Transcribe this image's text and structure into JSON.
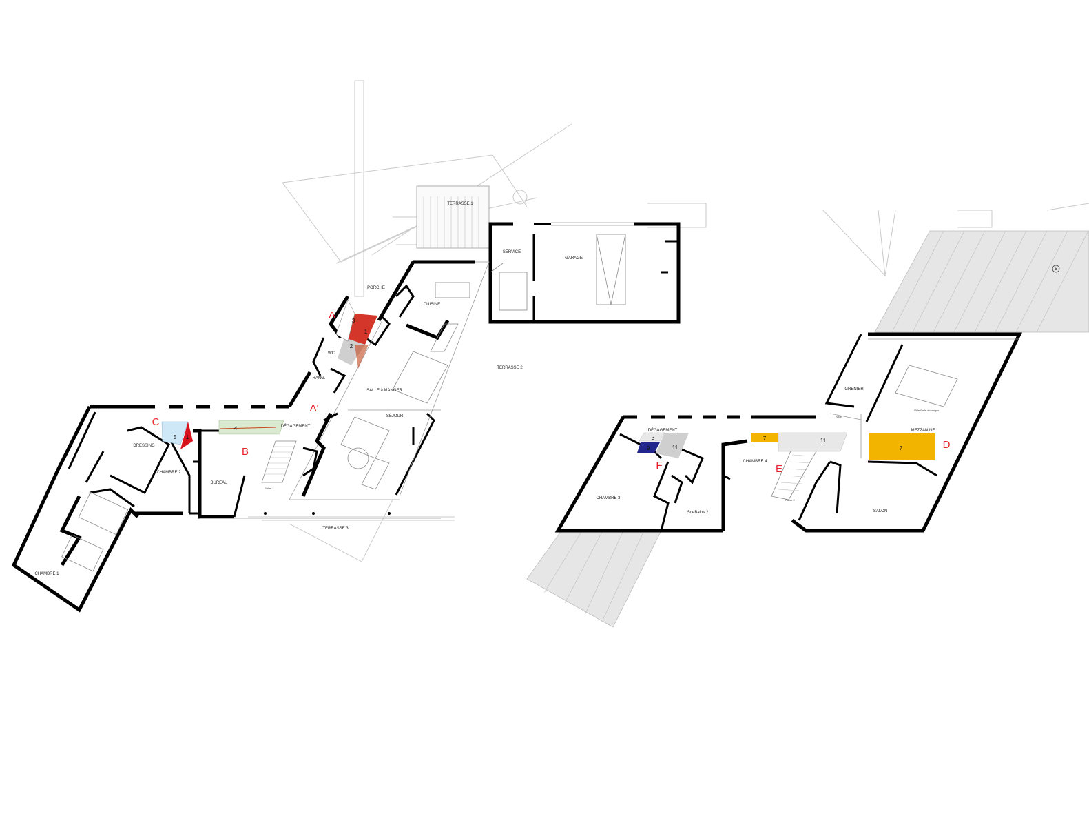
{
  "colors": {
    "wall": "#000000",
    "site_line": "#c9c9c9",
    "marker_red": "#e8202a",
    "zone_red": "#d4372a",
    "zone_red_bright": "#d8131c",
    "zone_grey": "#cfcfcf",
    "zone_light_blue": "#cfe8f7",
    "zone_light_green": "#d9ead0",
    "zone_yellow": "#f3b400",
    "zone_navy": "#22268c",
    "roof_grey": "#e6e6e6"
  },
  "rooms": {
    "terrasse_1": "TERRASSE 1",
    "terrasse_2": "TERRASSE 2",
    "terrasse_3": "TERRASSE 3",
    "service": "SERVICE",
    "garage": "GARAGE",
    "porche": "PORCHE",
    "cuisine": "CUISINE",
    "wc": "WC",
    "rang": "RANG.",
    "salle_a_manger": "SALLE à MANGER",
    "sejour": "SÉJOUR",
    "degagement": "DÉGAGEMENT",
    "dressing": "DRESSING",
    "chambre_2": "CHAMBRE 2",
    "bureau": "BUREAU",
    "palier_1": "Palier 1",
    "chambre_1": "CHAMBRE 1",
    "grenier": "GRENIER",
    "vide": "Vide",
    "vide_salle_a_manger": "Vide Salle à manger",
    "mezzanine": "MEZZANINE",
    "degagement_2": "DÉGAGEMENT",
    "chambre_4": "CHAMBRE 4",
    "chambre_3": "CHAMBRE 3",
    "sdebains_2": "SdeBains 2",
    "palier_2": "Palier 2",
    "salon": "SALON"
  },
  "markers": {
    "a": "A",
    "a_prime": "A'",
    "b": "B",
    "c": "C",
    "d": "D",
    "e": "E",
    "f": "F"
  },
  "zones": {
    "z1_ground": "1",
    "z2_ground": "2",
    "z3_ground": "3",
    "z4_ground": "4",
    "z5_ground": "5",
    "z1_c": "1",
    "z3_upper": "3",
    "z9_upper": "9",
    "z11_upper_left": "11",
    "z7_upper_small": "7",
    "z11_upper_mid": "11",
    "z7_upper_big": "7",
    "z5_roof": "5"
  }
}
